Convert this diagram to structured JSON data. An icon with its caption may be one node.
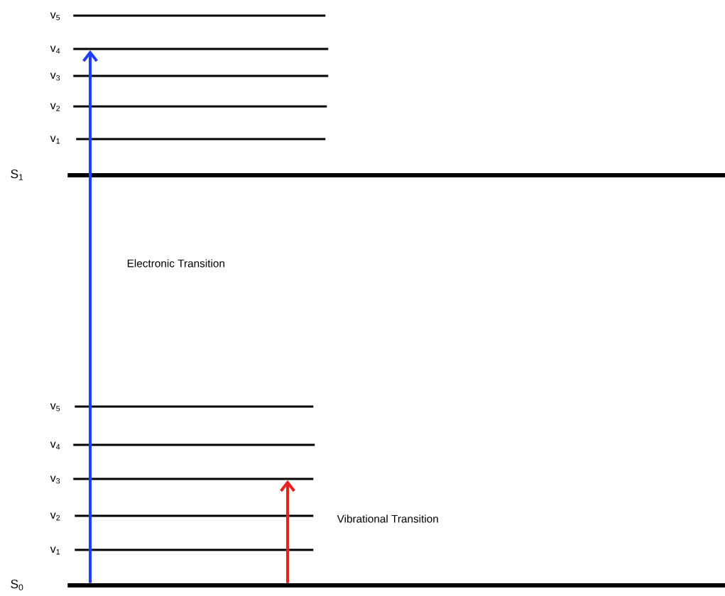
{
  "diagram": {
    "nodes": [
      {
        "text": [
          "v$_{5}$"
        ]
      },
      {
        "text": [
          "v$_{4}$"
        ]
      },
      {
        "text": [
          "v$_{3}$"
        ]
      },
      {
        "text": [
          "v$_{2}$"
        ]
      },
      {
        "text": [
          "v$_{1}$"
        ]
      },
      {
        "text": [
          "S$_{1}$"
        ]
      },
      {
        "text": [
          "v$_{5}$"
        ]
      },
      {
        "text": [
          "v$_{4}$"
        ]
      },
      {
        "text": [
          "v$_{3}$"
        ]
      },
      {
        "text": [
          "v$_{2}$"
        ]
      },
      {
        "text": [
          "v$_{1}$"
        ]
      },
      {
        "text": [
          "S$_{0}$"
        ]
      }
    ],
    "edges": [
      {
        "from": 11,
        "to": 1,
        "arrow": "to",
        "label": "Electronic Transition",
        "color": "#1f3fff"
      },
      {
        "from": 11,
        "to": 8,
        "arrow": "to",
        "label": "Vibrational Transition",
        "color": "#e82020"
      }
    ]
  }
}
